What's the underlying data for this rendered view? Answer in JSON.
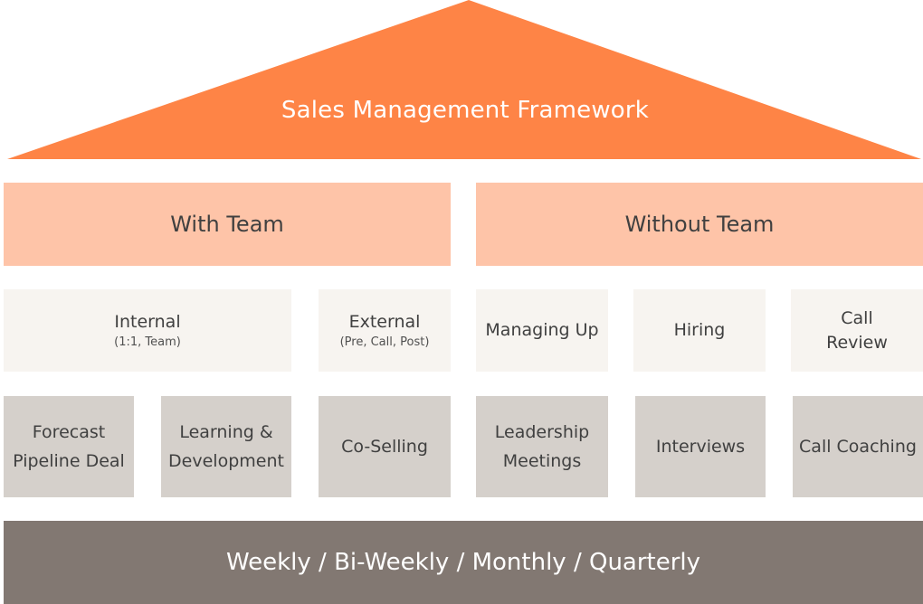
{
  "colors": {
    "roof": "#fe8446",
    "tier1": "#fec4a8",
    "tier2": "#f7f4f0",
    "tier3": "#d5d0cb",
    "base": "#827872",
    "text_dark": "#404040",
    "text_light": "#ffffff"
  },
  "roof": {
    "title": "Sales Management Framework"
  },
  "categories": {
    "with_team": "With Team",
    "without_team": "Without Team"
  },
  "meetings": {
    "internal": {
      "title": "Internal",
      "detail": "(1:1, Team)"
    },
    "external": {
      "title": "External",
      "detail": "(Pre, Call, Post)"
    },
    "managing_up": {
      "title": "Managing Up"
    },
    "hiring": {
      "title": "Hiring"
    },
    "call_review": {
      "line1": "Call",
      "line2": "Review"
    }
  },
  "activities": {
    "forecast": {
      "line1": "Forecast",
      "line2": "Pipeline Deal"
    },
    "learning": {
      "line1": "Learning &",
      "line2": "Development"
    },
    "co_selling": {
      "title": "Co-Selling"
    },
    "leadership": {
      "line1": "Leadership",
      "line2": "Meetings"
    },
    "interviews": {
      "title": "Interviews"
    },
    "call_coaching": {
      "title": "Call Coaching"
    }
  },
  "cadence": {
    "label": "Weekly / Bi-Weekly / Monthly / Quarterly"
  }
}
